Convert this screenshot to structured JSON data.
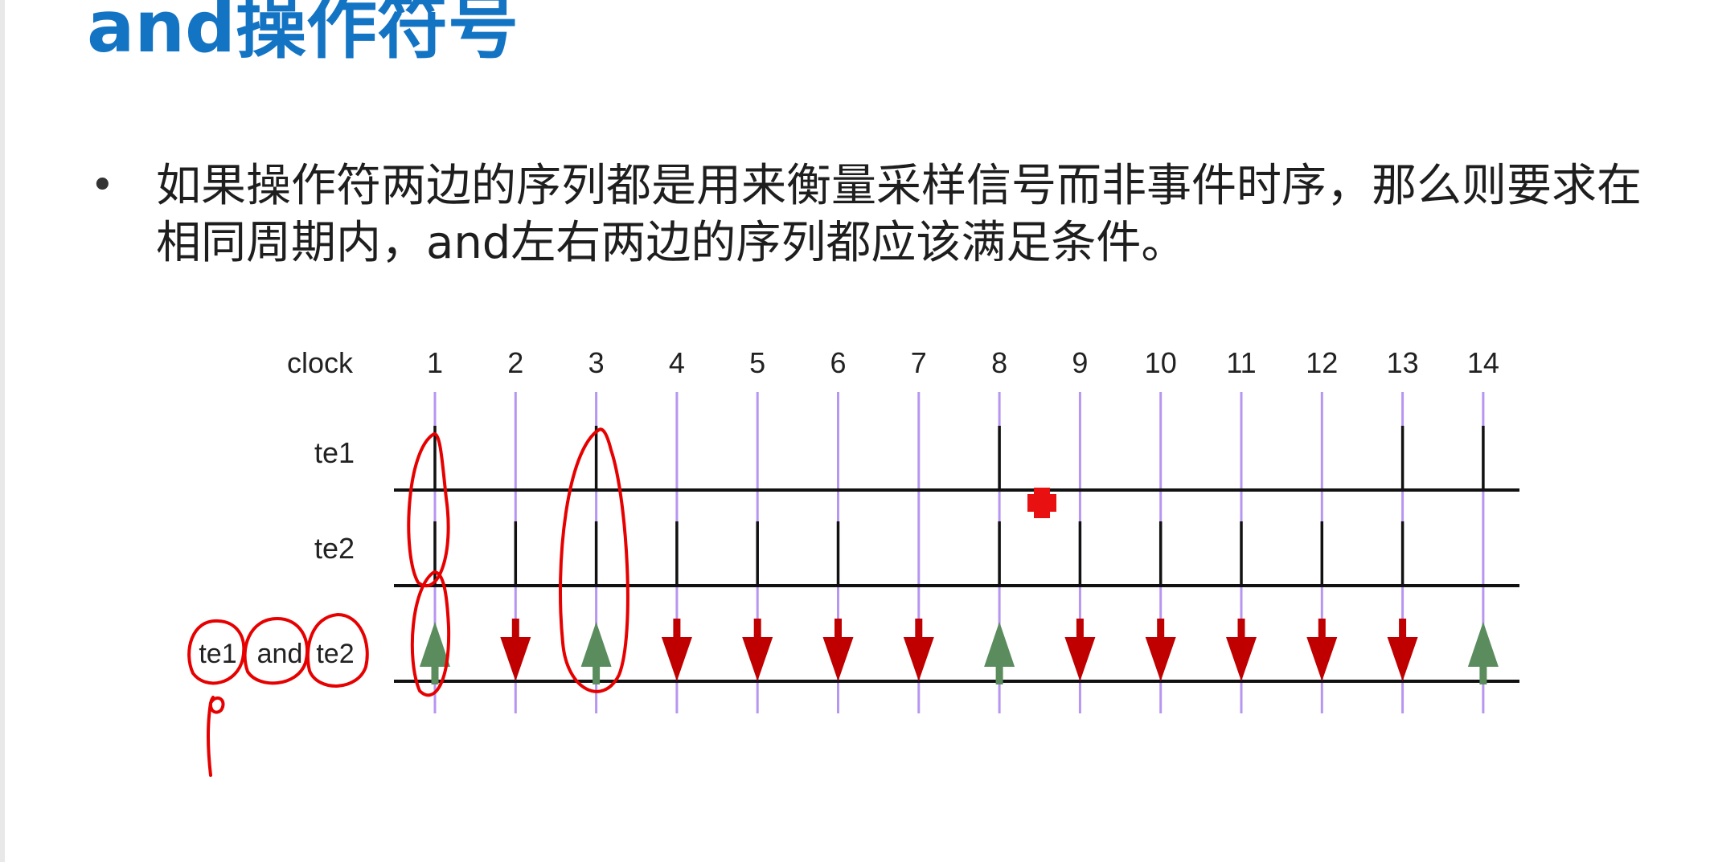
{
  "title": "and操作符号",
  "bullet": {
    "marker": "•",
    "text": "如果操作符两边的序列都是用来衡量采样信号而非事件时序，那么则要求在相同周期内，and左右两边的序列都应该满足条件。"
  },
  "diagram": {
    "clock_label": "clock",
    "clock_ticks": [
      "1",
      "2",
      "3",
      "4",
      "5",
      "6",
      "7",
      "8",
      "9",
      "10",
      "11",
      "12",
      "13",
      "14"
    ],
    "signals": [
      {
        "name": "te1",
        "label": "te1",
        "high_ticks": [
          1,
          3,
          8,
          13,
          14
        ]
      },
      {
        "name": "te2",
        "label": "te2",
        "high_ticks": [
          1,
          2,
          3,
          4,
          5,
          6,
          8,
          9,
          10,
          11,
          12,
          13
        ]
      }
    ],
    "result": {
      "label_parts": [
        "te1",
        "and",
        "te2"
      ],
      "match_ticks": [
        1,
        3,
        8,
        14
      ],
      "fail_ticks": [
        2,
        4,
        5,
        6,
        7,
        9,
        10,
        11,
        12,
        13
      ]
    },
    "colors": {
      "clock_line": "#b696f0",
      "signal_line": "#111111",
      "match_arrow": "#5a8c5e",
      "fail_arrow": "#c00000",
      "annotation": "#e60000"
    }
  }
}
